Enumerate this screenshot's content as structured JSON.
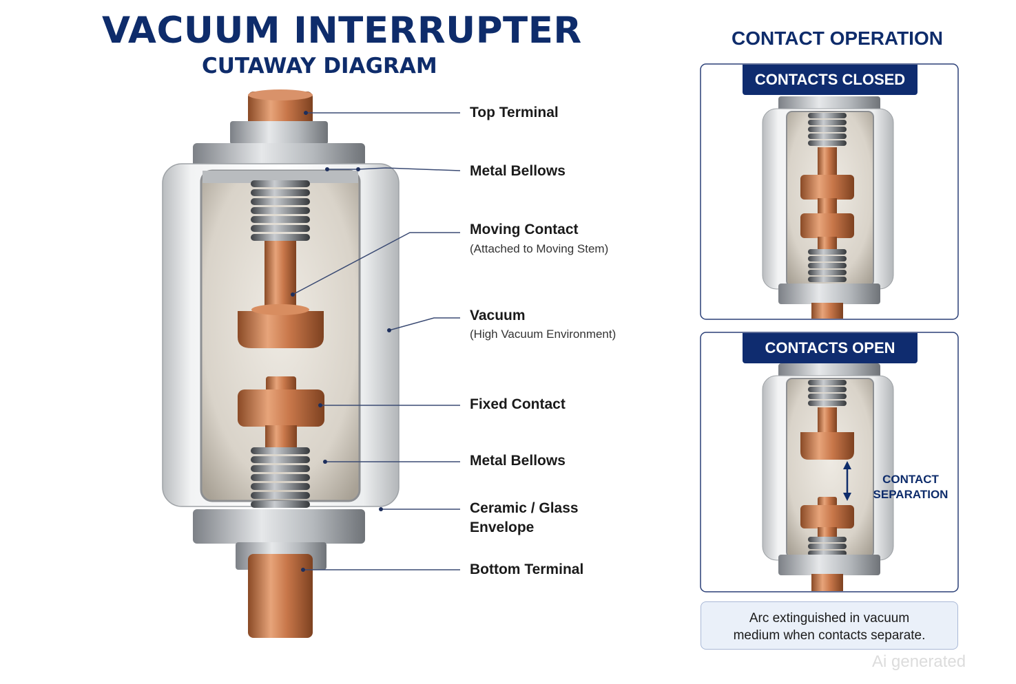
{
  "header": {
    "title": "VACUUM INTERRUPTER",
    "subtitle": "CUTAWAY DIAGRAM"
  },
  "labels": {
    "top_terminal": "Top Terminal",
    "metal_bellows_top": "Metal Bellows",
    "moving_contact": "Moving Contact",
    "moving_contact_sub": "(Attached to Moving Stem)",
    "vacuum": "Vacuum",
    "vacuum_sub": "(High Vacuum Environment)",
    "fixed_contact": "Fixed Contact",
    "metal_bellows_bottom": "Metal Bellows",
    "envelope_line1": "Ceramic / Glass",
    "envelope_line2": "Envelope",
    "bottom_terminal": "Bottom Terminal"
  },
  "operation": {
    "title": "CONTACT OPERATION",
    "closed_header": "CONTACTS CLOSED",
    "open_header": "CONTACTS OPEN",
    "separation_line1": "CONTACT",
    "separation_line2": "SEPARATION",
    "note_line1": "Arc extinguished in vacuum",
    "note_line2": "medium when contacts separate."
  },
  "watermark": "Ai generated",
  "colors": {
    "navy": "#0e2c6b",
    "copper": "#c8774a",
    "steel": "#a9adb2",
    "ceramic": "#f4f5f6",
    "vacuum_interior": "#d7d1c6"
  }
}
